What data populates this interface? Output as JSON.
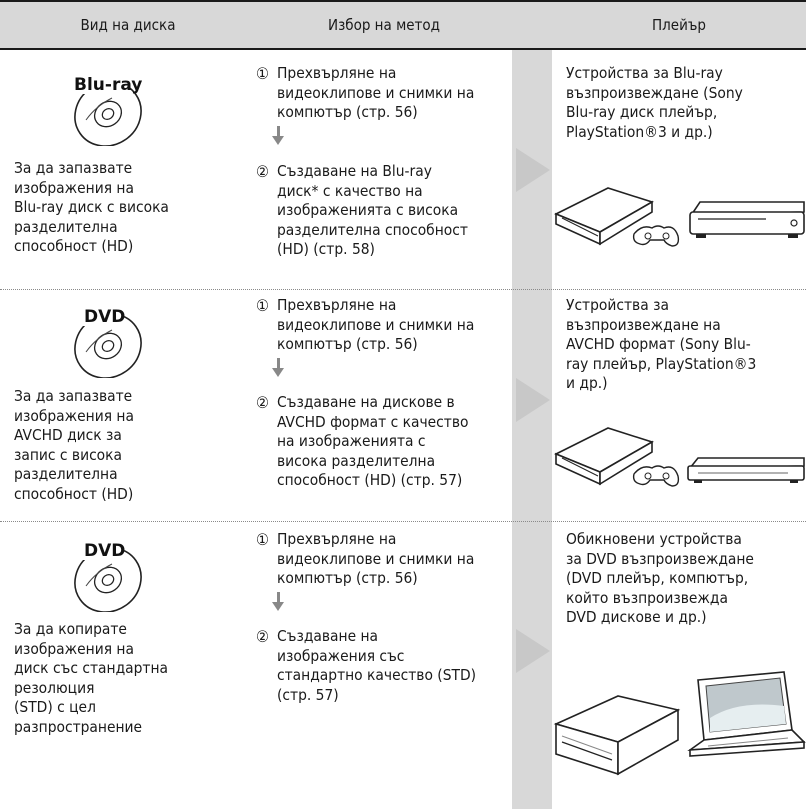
{
  "header": {
    "col1": "Вид на диска",
    "col2": "Избор на метод",
    "col3": "Плейър"
  },
  "rows": [
    {
      "disc_label": "Blu-ray",
      "disc_text": [
        "За да запазвате",
        "изображения на",
        "Blu-ray диск с висока",
        "разделителна",
        "способност (HD)"
      ],
      "step1_num": "①",
      "step1": [
        "Прехвърляне на",
        "видеоклипове и снимки на",
        "компютър (стр. 56)"
      ],
      "step2_num": "②",
      "step2": [
        "Създаване на Blu-ray",
        "диск* с качество на",
        "изображенията с висока",
        "разделителна способност",
        "(HD) (стр. 58)"
      ],
      "player": [
        "Устройства за Blu-ray",
        "възпроизвеждане (Sony",
        "Blu-ray диск плейър,",
        "PlayStation®3 и др.)"
      ]
    },
    {
      "disc_label": "DVD",
      "disc_text": [
        "За да запазвате",
        "изображения на",
        "AVCHD диск за",
        "запис с висока",
        "разделителна",
        "способност (HD)"
      ],
      "step1_num": "①",
      "step1": [
        "Прехвърляне на",
        "видеоклипове и снимки на",
        "компютър (стр. 56)"
      ],
      "step2_num": "②",
      "step2": [
        "Създаване на дискове в",
        "AVCHD формат с качество",
        "на изображенията с",
        "висока разделителна",
        "способност (HD) (стр. 57)"
      ],
      "player": [
        "Устройства за",
        "възпроизвеждане на",
        "AVCHD формат (Sony Blu-",
        "ray плейър, PlayStation®3",
        "и др.)"
      ]
    },
    {
      "disc_label": "DVD",
      "disc_text": [
        "За да копирате",
        "изображения на",
        "диск със стандартна",
        "резолюция",
        "(STD) с цел",
        "разпространение"
      ],
      "step1_num": "①",
      "step1": [
        "Прехвърляне на",
        "видеоклипове и снимки на",
        "компютър (стр. 56)"
      ],
      "step2_num": "②",
      "step2": [
        "Създаване на",
        "изображения със",
        "стандартно качество (STD)",
        "(стр. 57)"
      ],
      "player": [
        "Обикновени устройства",
        "за DVD възпроизвеждане",
        "(DVD плейър, компютър,",
        "който възпроизвежда",
        "DVD дискове и др.)"
      ]
    }
  ],
  "colors": {
    "header_bg": "#d8d8d8",
    "band": "#d8d8d8",
    "arrow": "#c8c8c8"
  }
}
